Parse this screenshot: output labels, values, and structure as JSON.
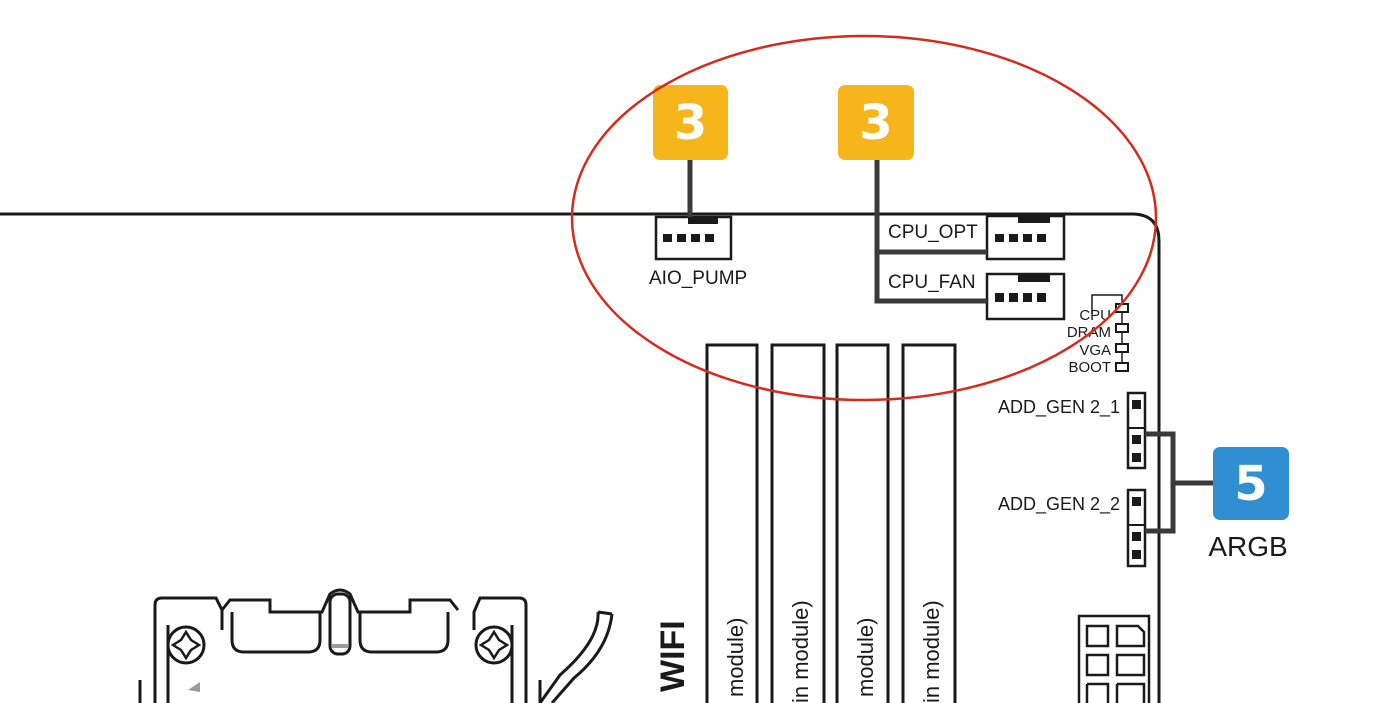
{
  "colors": {
    "board_line": "#1a1a1a",
    "highlight_ellipse": "#d62a1e",
    "badge_fan": "#f7b51c",
    "badge_argb": "#2f8fd0",
    "leader_line": "#3a3a3a"
  },
  "badges": {
    "aio_pump_badge": "3",
    "cpu_fan_badge": "3",
    "argb_badge": "5",
    "argb_caption": "ARGB"
  },
  "headers": {
    "aio_pump": "AIO_PUMP",
    "cpu_opt": "CPU_OPT",
    "cpu_fan": "CPU_FAN"
  },
  "debug_leds": {
    "cpu": "CPU",
    "dram": "DRAM",
    "vga": "VGA",
    "boot": "BOOT"
  },
  "argb_headers": {
    "gen2_1": "ADD_GEN 2_1",
    "gen2_2": "ADD_GEN 2_2"
  },
  "dimm_slots": {
    "a1": "module)",
    "a2": "in module)",
    "b1": "module)",
    "b2": "in module)"
  },
  "wifi_label": "WIFI"
}
